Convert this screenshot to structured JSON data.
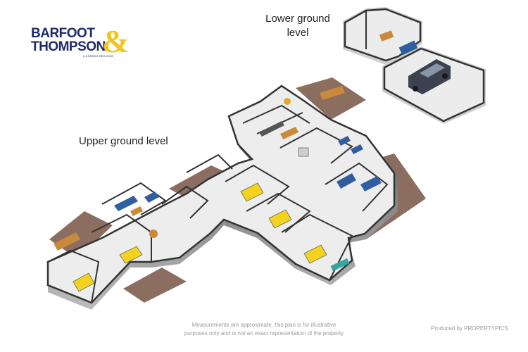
{
  "logo": {
    "line1": "BARFOOT",
    "line2": "THOMPSON",
    "amp": "&",
    "tagline": "LICENSED REA 2008",
    "colors": {
      "navy": "#1f2a6b",
      "gold": "#f2c51a"
    }
  },
  "levels": {
    "lower_line1": "Lower ground",
    "lower_line2": "level",
    "upper": "Upper ground level"
  },
  "footer": {
    "disclaimer_line1": "Measurements are approximate, this plan is for illustrative",
    "disclaimer_line2": "purposes only and is not an exact representation of the property",
    "credit": "Produced by PROPERTYPICS"
  },
  "colors": {
    "floor": "#ededed",
    "wall": "#3a3a3a",
    "deck": "#8b6e60",
    "bed": "#f4d21d",
    "sofa": "#2f5fa0",
    "table": "#c98a3c",
    "car": "#3c4150"
  }
}
